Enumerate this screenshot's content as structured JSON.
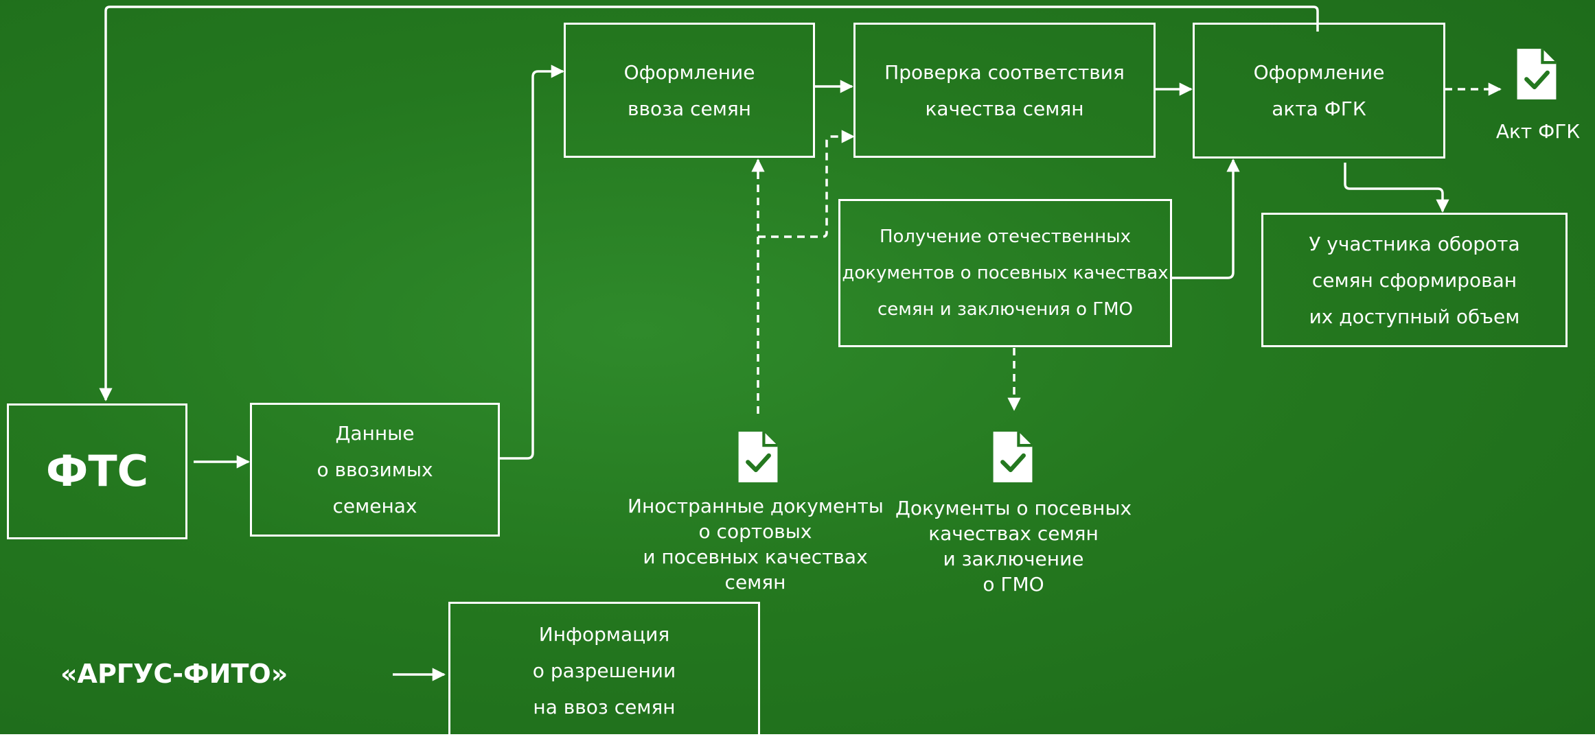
{
  "nodes": {
    "fts": "ФТС",
    "import_data": [
      "Данные",
      "о ввозимых",
      "семенах"
    ],
    "import_registration": [
      "Оформление",
      "ввоза семян"
    ],
    "quality_check": [
      "Проверка соответствия",
      "качества семян"
    ],
    "act_registration": [
      "Оформление",
      "акта ФГК"
    ],
    "domestic_docs": [
      "Получение отечественных",
      "документов о посевных качествах",
      "семян и заключения о ГМО"
    ],
    "participant_volume": [
      "У участника оборота",
      "семян сформирован",
      "их доступный объем"
    ],
    "permit_info": [
      "Информация",
      "о разрешении",
      "на ввоз семян"
    ],
    "argus": "«АРГУС-ФИТО»"
  },
  "documents": {
    "act_label": "Акт ФГК",
    "foreign_docs": [
      "Иностранные документы",
      "о сортовых",
      "и посевных качествах",
      "семян"
    ],
    "seed_docs": [
      "Документы о посевных",
      "качествах семян",
      "и заключение",
      "о ГМО"
    ]
  },
  "icons": [
    "document-check-icon"
  ],
  "colors": {
    "background": "#24781f",
    "foreground": "#ffffff"
  }
}
